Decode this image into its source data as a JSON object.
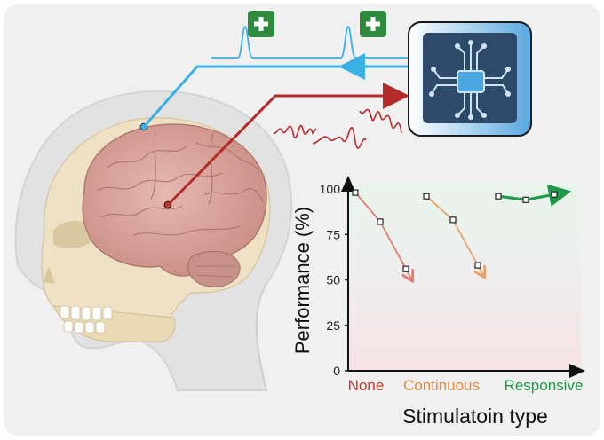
{
  "colors": {
    "background": "#f0f0f0",
    "blue_signal": "#3ab0e6",
    "red_signal": "#b52a2a",
    "plus_badge": "#2e8a3c",
    "chip_dark": "#2d4a6b",
    "chip_core": "#4aa6e0",
    "none_color": "#c0392b",
    "continuous_color": "#e08a3c",
    "responsive_color": "#1f9a4a"
  },
  "icons": {
    "plus_badge": "plus-badge-icon",
    "chip": "microchip-icon",
    "head": "human-head-brain-icon"
  },
  "chart_data": {
    "type": "line",
    "ylabel": "Performance (%)",
    "xlabel": "Stimulatoin type",
    "ylim": [
      0,
      100
    ],
    "yticks": [
      "0",
      "25",
      "50",
      "75",
      "100"
    ],
    "categories": [
      "None",
      "Continuous",
      "Responsive"
    ],
    "series": [
      {
        "category": "None",
        "trend": "decreasing",
        "x": [
          1,
          2,
          3
        ],
        "values": [
          98,
          82,
          56
        ]
      },
      {
        "category": "Continuous",
        "trend": "decreasing",
        "x": [
          1,
          2,
          3
        ],
        "values": [
          96,
          83,
          58
        ]
      },
      {
        "category": "Responsive",
        "trend": "stable",
        "x": [
          1,
          2,
          3
        ],
        "values": [
          96,
          94,
          97
        ]
      }
    ]
  }
}
